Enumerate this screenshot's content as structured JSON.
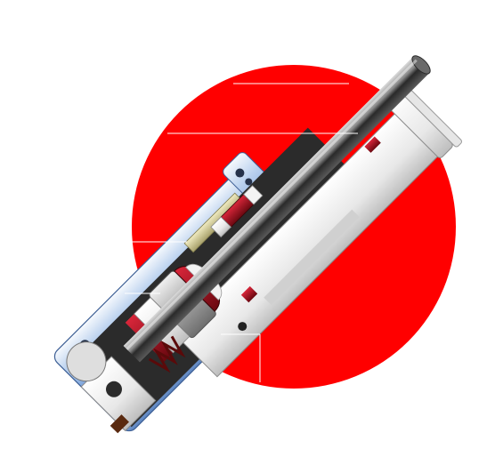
{
  "illustration": {
    "subject": "cutaway-gas-spring-hydraulic-cylinder",
    "labels": [],
    "colors": {
      "background": "#ffffff",
      "disc": "#ff0000",
      "housing_blue": "#7ea7d8",
      "housing_light": "#e6eef8",
      "metal_dark": "#3a3a3a",
      "metal_mid": "#9a9a9a",
      "seal_red": "#b01020",
      "seal_dark": "#5a0a0a",
      "brass": "#c9c38a",
      "white_part": "#f4f4f4"
    },
    "icons": [
      "disc-background",
      "cylinder-housing",
      "piston-rod",
      "seal",
      "spring",
      "guide-bushing"
    ]
  }
}
